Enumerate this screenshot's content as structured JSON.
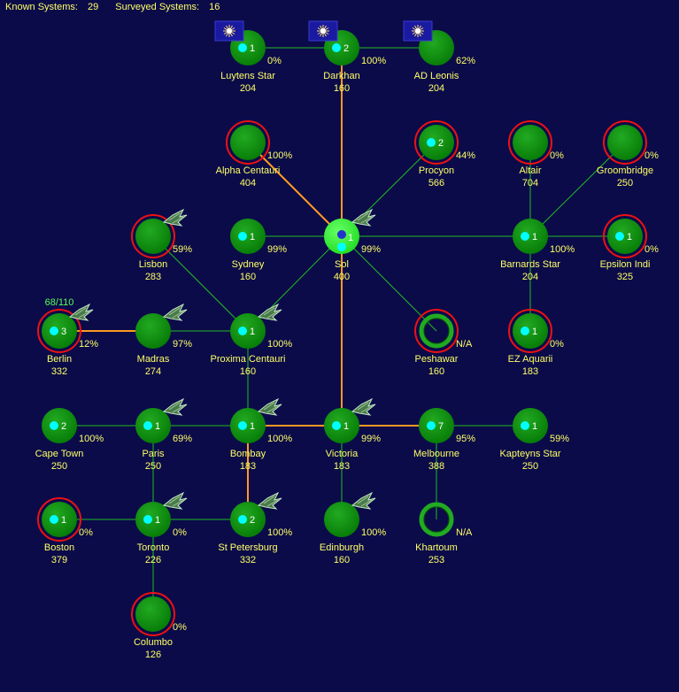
{
  "header": {
    "known_label": "Known Systems:",
    "known_value": "29",
    "surveyed_label": "Surveyed Systems:",
    "surveyed_value": "16"
  },
  "colors": {
    "background": "#0b0b4a",
    "planet": "#0a8a0a",
    "planet_light": "#22aa22",
    "sol": "#33ee33",
    "moon": "#00ffff",
    "line_green": "#22bb22",
    "line_orange": "#ff9922",
    "warning_ring": "#ee1111",
    "text": "#ffff66",
    "flag_bg": "#1a1aa0"
  },
  "systems": [
    {
      "id": "luytens-star",
      "name": "Luytens Star",
      "value": "204",
      "pct": "0%",
      "count": "1",
      "ring": false,
      "hollow": false,
      "flag": true,
      "ship": false
    },
    {
      "id": "darkhan",
      "name": "Darkhan",
      "value": "160",
      "pct": "100%",
      "count": "2",
      "ring": false,
      "hollow": false,
      "flag": true,
      "ship": false
    },
    {
      "id": "ad-leonis",
      "name": "AD Leonis",
      "value": "204",
      "pct": "62%",
      "count": "",
      "ring": false,
      "hollow": false,
      "flag": true,
      "ship": false
    },
    {
      "id": "alpha-centauri",
      "name": "Alpha Centauri",
      "value": "404",
      "pct": "100%",
      "count": "",
      "ring": true,
      "hollow": false,
      "flag": false,
      "ship": false
    },
    {
      "id": "procyon",
      "name": "Procyon",
      "value": "566",
      "pct": "44%",
      "count": "2",
      "ring": true,
      "hollow": false,
      "flag": false,
      "ship": false
    },
    {
      "id": "altair",
      "name": "Altair",
      "value": "704",
      "pct": "0%",
      "count": "",
      "ring": true,
      "hollow": false,
      "flag": false,
      "ship": false
    },
    {
      "id": "groombridge",
      "name": "Groombridge",
      "value": "250",
      "pct": "0%",
      "count": "",
      "ring": true,
      "hollow": false,
      "flag": false,
      "ship": false
    },
    {
      "id": "lisbon",
      "name": "Lisbon",
      "value": "283",
      "pct": "59%",
      "count": "",
      "ring": true,
      "hollow": false,
      "flag": false,
      "ship": true
    },
    {
      "id": "sydney",
      "name": "Sydney",
      "value": "160",
      "pct": "99%",
      "count": "1",
      "ring": false,
      "hollow": false,
      "flag": false,
      "ship": false
    },
    {
      "id": "sol",
      "name": "Sol",
      "value": "400",
      "pct": "99%",
      "count": "1",
      "ring": false,
      "hollow": false,
      "flag": false,
      "ship": true,
      "sol": true
    },
    {
      "id": "barnards-star",
      "name": "Barnards Star",
      "value": "204",
      "pct": "100%",
      "count": "1",
      "ring": false,
      "hollow": false,
      "flag": false,
      "ship": false
    },
    {
      "id": "epsilon-indi",
      "name": "Epsilon Indi",
      "value": "325",
      "pct": "0%",
      "count": "1",
      "ring": true,
      "hollow": false,
      "flag": false,
      "ship": false
    },
    {
      "id": "berlin",
      "name": "Berlin",
      "value": "332",
      "pct": "12%",
      "count": "3",
      "ring": true,
      "hollow": false,
      "flag": false,
      "ship": true,
      "fleet": "68/110"
    },
    {
      "id": "madras",
      "name": "Madras",
      "value": "274",
      "pct": "97%",
      "count": "",
      "ring": false,
      "hollow": false,
      "flag": false,
      "ship": true
    },
    {
      "id": "proxima-centauri",
      "name": "Proxima Centauri",
      "value": "160",
      "pct": "100%",
      "count": "1",
      "ring": false,
      "hollow": false,
      "flag": false,
      "ship": true
    },
    {
      "id": "peshawar",
      "name": "Peshawar",
      "value": "160",
      "pct": "N/A",
      "count": "",
      "ring": true,
      "hollow": true,
      "flag": false,
      "ship": false
    },
    {
      "id": "ez-aquarii",
      "name": "EZ Aquarii",
      "value": "183",
      "pct": "0%",
      "count": "1",
      "ring": true,
      "hollow": false,
      "flag": false,
      "ship": false
    },
    {
      "id": "cape-town",
      "name": "Cape Town",
      "value": "250",
      "pct": "100%",
      "count": "2",
      "ring": false,
      "hollow": false,
      "flag": false,
      "ship": false
    },
    {
      "id": "paris",
      "name": "Paris",
      "value": "250",
      "pct": "69%",
      "count": "1",
      "ring": false,
      "hollow": false,
      "flag": false,
      "ship": true
    },
    {
      "id": "bombay",
      "name": "Bombay",
      "value": "183",
      "pct": "100%",
      "count": "1",
      "ring": false,
      "hollow": false,
      "flag": false,
      "ship": true
    },
    {
      "id": "victoria",
      "name": "Victoria",
      "value": "183",
      "pct": "99%",
      "count": "1",
      "ring": false,
      "hollow": false,
      "flag": false,
      "ship": true
    },
    {
      "id": "melbourne",
      "name": "Melbourne",
      "value": "388",
      "pct": "95%",
      "count": "7",
      "ring": false,
      "hollow": false,
      "flag": false,
      "ship": false
    },
    {
      "id": "kapteyns-star",
      "name": "Kapteyns Star",
      "value": "250",
      "pct": "59%",
      "count": "1",
      "ring": false,
      "hollow": false,
      "flag": false,
      "ship": false
    },
    {
      "id": "boston",
      "name": "Boston",
      "value": "379",
      "pct": "0%",
      "count": "1",
      "ring": true,
      "hollow": false,
      "flag": false,
      "ship": false
    },
    {
      "id": "toronto",
      "name": "Toronto",
      "value": "226",
      "pct": "0%",
      "count": "1",
      "ring": false,
      "hollow": false,
      "flag": false,
      "ship": true
    },
    {
      "id": "st-petersburg",
      "name": "St Petersburg",
      "value": "332",
      "pct": "100%",
      "count": "2",
      "ring": false,
      "hollow": false,
      "flag": false,
      "ship": true
    },
    {
      "id": "edinburgh",
      "name": "Edinburgh",
      "value": "160",
      "pct": "100%",
      "count": "",
      "ring": false,
      "hollow": false,
      "flag": false,
      "ship": true
    },
    {
      "id": "khartoum",
      "name": "Khartoum",
      "value": "253",
      "pct": "N/A",
      "count": "",
      "ring": false,
      "hollow": true,
      "flag": false,
      "ship": false
    },
    {
      "id": "columbo",
      "name": "Columbo",
      "value": "126",
      "pct": "0%",
      "count": "",
      "ring": true,
      "hollow": false,
      "flag": false,
      "ship": false
    }
  ],
  "links": [
    {
      "a": "luytens-star",
      "b": "darkhan",
      "type": "green"
    },
    {
      "a": "darkhan",
      "b": "ad-leonis",
      "type": "green"
    },
    {
      "a": "darkhan",
      "b": "sol",
      "type": "orange"
    },
    {
      "a": "alpha-centauri",
      "b": "sol",
      "type": "orange"
    },
    {
      "a": "procyon",
      "b": "sol",
      "type": "green"
    },
    {
      "a": "sydney",
      "b": "sol",
      "type": "green"
    },
    {
      "a": "sol",
      "b": "barnards-star",
      "type": "green"
    },
    {
      "a": "sol",
      "b": "peshawar",
      "type": "green"
    },
    {
      "a": "sol",
      "b": "proxima-centauri",
      "type": "green"
    },
    {
      "a": "sol",
      "b": "victoria",
      "type": "orange"
    },
    {
      "a": "barnards-star",
      "b": "altair",
      "type": "green"
    },
    {
      "a": "barnards-star",
      "b": "groombridge",
      "type": "green"
    },
    {
      "a": "barnards-star",
      "b": "epsilon-indi",
      "type": "green"
    },
    {
      "a": "barnards-star",
      "b": "ez-aquarii",
      "type": "green"
    },
    {
      "a": "lisbon",
      "b": "proxima-centauri",
      "type": "green"
    },
    {
      "a": "berlin",
      "b": "madras",
      "type": "orange"
    },
    {
      "a": "madras",
      "b": "proxima-centauri",
      "type": "green"
    },
    {
      "a": "proxima-centauri",
      "b": "bombay",
      "type": "green"
    },
    {
      "a": "cape-town",
      "b": "paris",
      "type": "green"
    },
    {
      "a": "paris",
      "b": "bombay",
      "type": "green"
    },
    {
      "a": "bombay",
      "b": "victoria",
      "type": "orange"
    },
    {
      "a": "victoria",
      "b": "melbourne",
      "type": "orange"
    },
    {
      "a": "melbourne",
      "b": "kapteyns-star",
      "type": "green"
    },
    {
      "a": "melbourne",
      "b": "khartoum",
      "type": "green"
    },
    {
      "a": "paris",
      "b": "toronto",
      "type": "green"
    },
    {
      "a": "bombay",
      "b": "st-petersburg",
      "type": "orange"
    },
    {
      "a": "victoria",
      "b": "edinburgh",
      "type": "green"
    },
    {
      "a": "boston",
      "b": "toronto",
      "type": "green"
    },
    {
      "a": "toronto",
      "b": "st-petersburg",
      "type": "green"
    },
    {
      "a": "toronto",
      "b": "columbo",
      "type": "green"
    }
  ]
}
